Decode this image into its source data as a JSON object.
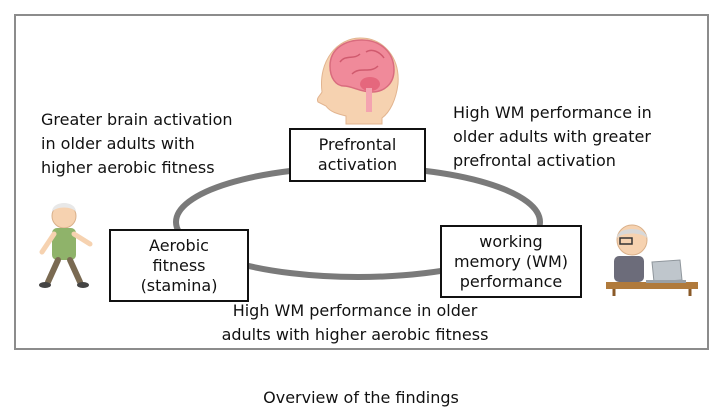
{
  "boxes": {
    "prefrontal": "Prefrontal\nactivation",
    "aerobic": "Aerobic\nfitness\n(stamina)",
    "wm": "working\nmemory (WM)\nperformance"
  },
  "notes": {
    "top_left": "Greater brain activation\nin older adults with\nhigher aerobic fitness",
    "top_right": "High WM performance in\nolder adults with greater\nprefrontal activation",
    "bottom": "High WM performance in older\nadults with higher aerobic fitness"
  },
  "caption": "Overview of the findings",
  "icons": [
    "brain-head-icon",
    "elderly-walker-icon",
    "elderly-laptop-icon"
  ],
  "colors": {
    "frame": "#8c8c8c",
    "ellipse": "#7a7a7a",
    "brain": "#f08a9a",
    "skin": "#f6d2b0"
  }
}
